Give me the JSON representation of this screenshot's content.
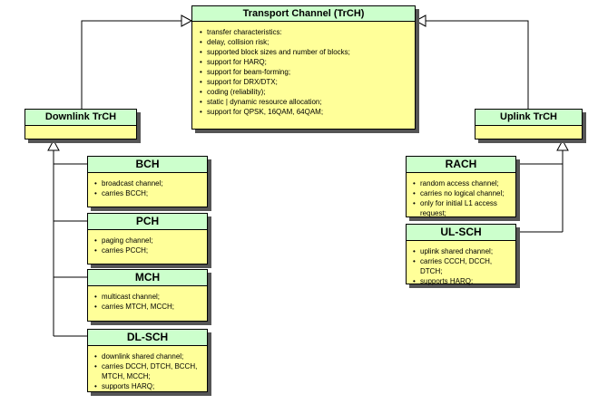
{
  "colors": {
    "header_fill": "#ccffcc",
    "body_fill": "#ffff99",
    "border": "#000000",
    "shadow": "#555555"
  },
  "transport_channel": {
    "title": "Transport Channel (TrCH)",
    "intro": "transfer characteristics:",
    "items": [
      "delay, collision risk;",
      "supported block sizes and number of blocks;",
      "support for HARQ;",
      "support for beam-forming;",
      "support for DRX/DTX;",
      "coding (reliability);",
      "static | dynamic resource allocation;",
      "support for QPSK, 16QAM, 64QAM;"
    ]
  },
  "downlink": {
    "title": "Downlink TrCH"
  },
  "uplink": {
    "title": "Uplink TrCH"
  },
  "downlink_channels": [
    {
      "title": "BCH",
      "items": [
        "broadcast channel;",
        "carries BCCH;"
      ]
    },
    {
      "title": "PCH",
      "items": [
        "paging channel;",
        "carries PCCH;"
      ]
    },
    {
      "title": "MCH",
      "items": [
        "multicast channel;",
        "carries MTCH, MCCH;"
      ]
    },
    {
      "title": "DL-SCH",
      "items": [
        "downlink shared channel;",
        "carries DCCH, DTCH, BCCH, MTCH, MCCH;",
        "supports HARQ;"
      ]
    }
  ],
  "uplink_channels": [
    {
      "title": "RACH",
      "items": [
        "random access channel;",
        "carries no logical channel;",
        "only for initial L1 access request;"
      ]
    },
    {
      "title": "UL-SCH",
      "items": [
        "uplink shared channel;",
        "carries CCCH, DCCH, DTCH;",
        "supports HARQ;"
      ]
    }
  ]
}
